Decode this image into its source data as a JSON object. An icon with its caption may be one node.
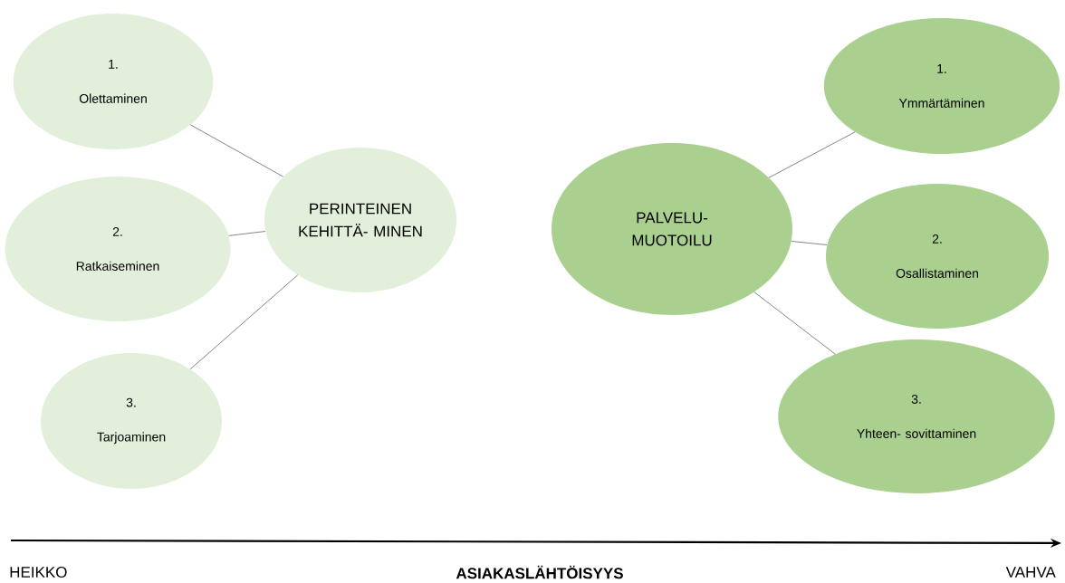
{
  "diagram": {
    "nodes": [
      {
        "text": [
          "PERINTEINEN KEHITTÄ- MINEN"
        ]
      },
      {
        "text": [
          "1.",
          "Olettaminen"
        ]
      },
      {
        "text": [
          "2.",
          "Ratkaiseminen"
        ]
      },
      {
        "text": [
          "3.",
          "Tarjoaminen"
        ]
      },
      {
        "text": [
          "PALVELU- MUOTOILU"
        ]
      },
      {
        "text": [
          "1.",
          "Ymmärtäminen"
        ]
      },
      {
        "text": [
          "2.",
          "Osallistaminen"
        ]
      },
      {
        "text": [
          "3.",
          "Yhteen- sovittaminen"
        ]
      }
    ],
    "edges": [
      {
        "from": 0,
        "to": 1,
        "arrow": "none"
      },
      {
        "from": 0,
        "to": 2,
        "arrow": "none"
      },
      {
        "from": 0,
        "to": 3,
        "arrow": "none"
      },
      {
        "from": 4,
        "to": 5,
        "arrow": "none"
      },
      {
        "from": 4,
        "to": 6,
        "arrow": "none"
      },
      {
        "from": 4,
        "to": 7,
        "arrow": "none"
      }
    ],
    "labels": [
      "HEIKKO",
      "ASIAKASLÄHTÖISYYS",
      "VAHVA"
    ]
  }
}
